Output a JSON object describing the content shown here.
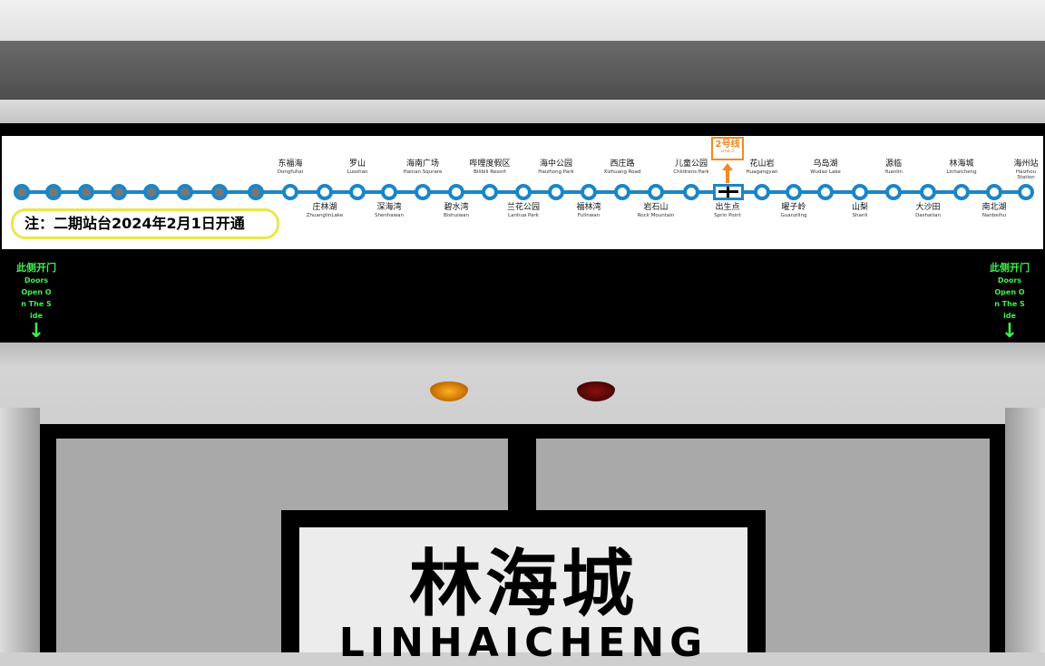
{
  "route_map": {
    "line_color": "#1a86c8",
    "unopened_station_count": 8,
    "stations": [
      {
        "zh": "东福海",
        "en": "Dongfuhai"
      },
      {
        "zh": "庄林湖",
        "en": "ZhuanglinLake"
      },
      {
        "zh": "罗山",
        "en": "Luoshan"
      },
      {
        "zh": "深海湾",
        "en": "Shenhawan"
      },
      {
        "zh": "海南广场",
        "en": "Hainan Squrare"
      },
      {
        "zh": "碧水湾",
        "en": "Bishuiwan"
      },
      {
        "zh": "哔哩度假区",
        "en": "Bilibili Resort"
      },
      {
        "zh": "兰花公园",
        "en": "Lanhua Park"
      },
      {
        "zh": "海中公园",
        "en": "Haizhong Park"
      },
      {
        "zh": "福林湾",
        "en": "Fulinwan"
      },
      {
        "zh": "西庄路",
        "en": "Xizhuang Road"
      },
      {
        "zh": "岩石山",
        "en": "Rock Mountain"
      },
      {
        "zh": "儿童公园",
        "en": "Childrens Park"
      },
      {
        "zh": "出生点",
        "en": "Sprin Point",
        "transfer": true
      },
      {
        "zh": "花山岩",
        "en": "Huagangyan"
      },
      {
        "zh": "曜子岭",
        "en": "Guanziling"
      },
      {
        "zh": "乌岛湖",
        "en": "Wudao Lake"
      },
      {
        "zh": "山梨",
        "en": "Shanli"
      },
      {
        "zh": "源临",
        "en": "Yuanlin"
      },
      {
        "zh": "大沙田",
        "en": "Dashatian"
      },
      {
        "zh": "林海城",
        "en": "Linhaicheng"
      },
      {
        "zh": "南北湖",
        "en": "Nanbeihu"
      },
      {
        "zh": "海州站",
        "en": "Haizhou Station"
      }
    ],
    "transfer_badge": {
      "zh": "2号线",
      "en": "Line 2",
      "color": "#f08a24"
    },
    "note": "注：二期站台2024年2月1日开通"
  },
  "door_indicator": {
    "zh": "此侧开门",
    "en": "Doors Open On The Side",
    "arrow": "↓",
    "color": "#3df04a"
  },
  "station_sign": {
    "zh": "林海城",
    "en": "LINHAICHENG"
  }
}
